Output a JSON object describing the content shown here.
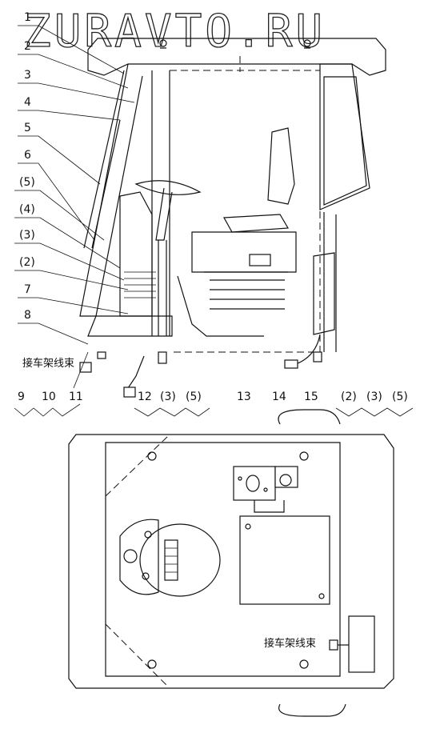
{
  "watermark": "ZURAVTO.RU",
  "callouts_left": [
    "1",
    "2",
    "3",
    "4",
    "5",
    "6",
    "(5)",
    "(4)",
    "(3)",
    "(2)",
    "7",
    "8"
  ],
  "callouts_bottom_left": [
    "9",
    "10",
    "11"
  ],
  "callouts_bottom_mid": [
    "12",
    "(3)",
    "(5)"
  ],
  "callouts_bottom_right": [
    "13",
    "14",
    "15"
  ],
  "callouts_bottom_far": [
    "(2)",
    "(3)",
    "(5)"
  ],
  "notes": {
    "harness_left": "接车架线束",
    "harness_plan": "接车架线束"
  }
}
